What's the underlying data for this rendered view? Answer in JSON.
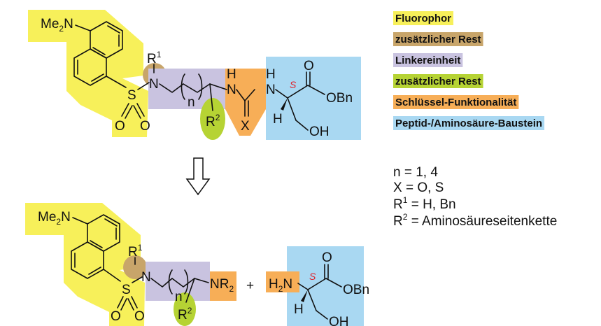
{
  "colors": {
    "fluorophor": "#f7f05a",
    "rest1": "#c8a56a",
    "linker": "#c9c3e0",
    "rest2": "#b6d334",
    "key": "#f7ae57",
    "peptide": "#a9d8f2"
  },
  "legend": [
    {
      "label": "Fluorophor",
      "color": "#f7f05a"
    },
    {
      "label": "zusätzlicher Rest",
      "color": "#c8a56a"
    },
    {
      "label": "Linkereinheit",
      "color": "#c9c3e0"
    },
    {
      "label": "zusätzlicher Rest",
      "color": "#b6d334"
    },
    {
      "label": "Schlüssel-Funktionalität",
      "color": "#f7ae57"
    },
    {
      "label": "Peptid-/Aminosäure-Baustein",
      "color": "#a9d8f2"
    }
  ],
  "definitions": {
    "n": {
      "sym": "n",
      "rest": " = 1, 4"
    },
    "x": {
      "sym": "X",
      "rest": " = O, S"
    },
    "r1": {
      "sym": "R",
      "sup": "1",
      "rest": " = H, Bn"
    },
    "r2": {
      "sym": "R",
      "sup": "2",
      "rest": " = Aminosäureseitenkette"
    }
  },
  "labels": {
    "me2n": {
      "a": "Me",
      "b": "2",
      "c": "N"
    },
    "s": "S",
    "o": "O",
    "n": "N",
    "h": "H",
    "r": "R",
    "sup1": "1",
    "sup2": "2",
    "nidx": "n",
    "x": "X",
    "obn": "OBn",
    "oh": "OH",
    "nr2": {
      "a": "NR",
      "b": "2"
    },
    "h2n": {
      "a": "H",
      "b": "2",
      "c": "N"
    },
    "stereo": "S",
    "plus": "+"
  }
}
